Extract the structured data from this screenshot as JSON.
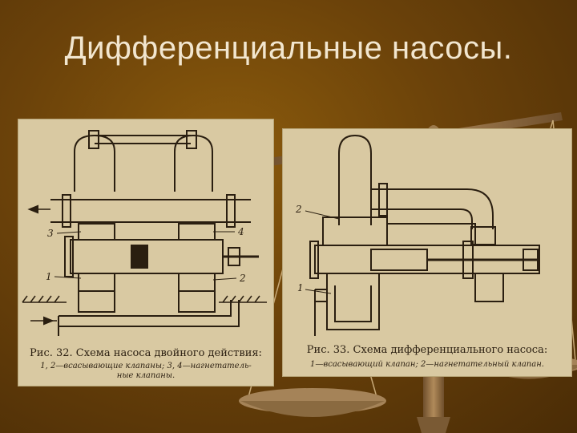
{
  "slide": {
    "title": "Дифференциальные насосы."
  },
  "figure_left": {
    "caption": "Рис. 32. Схема насоса двойного действия:",
    "legend_line1": "1, 2—всасывающие клапаны; 3, 4—нагнетатель-",
    "legend_line2": "ные клапаны.",
    "labels": {
      "n1": "1",
      "n2": "2",
      "n3": "3",
      "n4": "4"
    }
  },
  "figure_right": {
    "caption": "Рис. 33. Схема дифференциального насоса:",
    "legend_line1": "1—всасывающий клапан; 2—нагнетательный клапан.",
    "labels": {
      "n1": "1",
      "n2": "2"
    }
  },
  "colors": {
    "background": "#6b420a",
    "title_text": "#f2e6cf",
    "paper": "#d9c9a2",
    "ink": "#2a1e10",
    "scale": "#8c6a3e"
  }
}
